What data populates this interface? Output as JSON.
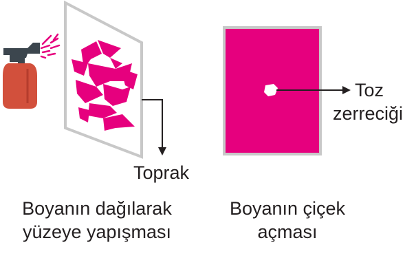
{
  "colors": {
    "paint": "#e6007e",
    "frame": "#c8c8c8",
    "bottle": "#d2503c",
    "nozzle": "#3c464e",
    "text": "#231f20"
  },
  "icons": [
    "spray-bottle-icon",
    "arrow-right-icon",
    "arrow-down-icon"
  ],
  "labels": {
    "soil": "Toprak",
    "dust_line1": "Toz",
    "dust_line2": "zerreciği"
  },
  "captions": {
    "left_line1": "Boyanın dağılarak",
    "left_line2": "yüzeye yapışması",
    "right_line1": "Boyanın çiçek",
    "right_line2": "açması"
  }
}
